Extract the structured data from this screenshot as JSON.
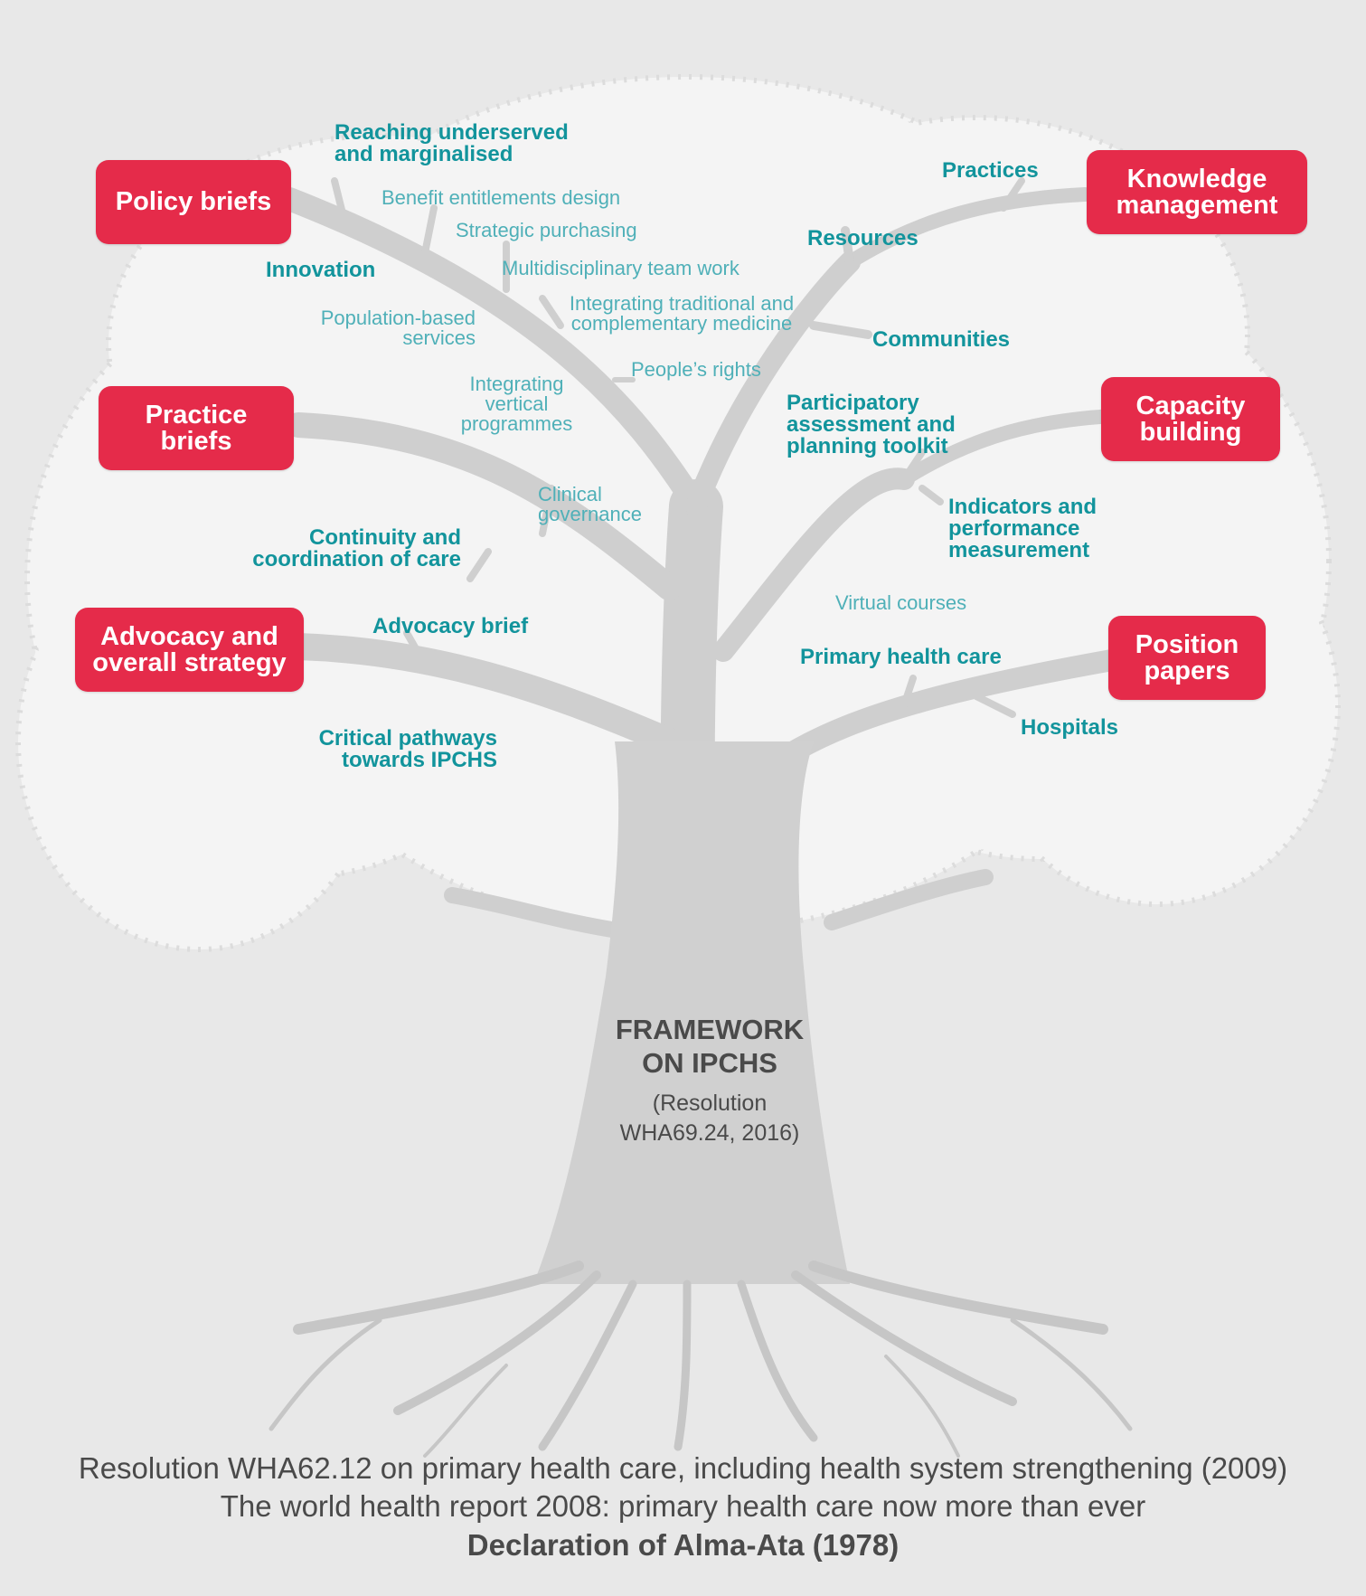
{
  "colors": {
    "accent": "#e52b4a",
    "teal_bold": "#12949c",
    "teal_light": "#4fb0b8",
    "canopy": "#f4f4f4",
    "tree": "#cfcfcf",
    "text": "#4a4a4a"
  },
  "categories": {
    "policy_briefs": "Policy briefs",
    "knowledge_management": "Knowledge\nmanagement",
    "practice_briefs": "Practice\nbriefs",
    "capacity_building": "Capacity\nbuilding",
    "advocacy": "Advocacy and\noverall strategy",
    "position_papers": "Position\npapers"
  },
  "labels": {
    "reaching": "Reaching underserved\nand marginalised",
    "benefit": "Benefit entitlements design",
    "strategic": "Strategic purchasing",
    "innovation": "Innovation",
    "multidisciplinary": "Multidisciplinary team work",
    "population": "Population-based\nservices",
    "integrating_traditional": "Integrating traditional and\ncomplementary medicine",
    "peoples_rights": "People’s rights",
    "integrating_vertical": "Integrating\nvertical\nprogrammes",
    "practices": "Practices",
    "resources": "Resources",
    "communities": "Communities",
    "participatory": "Participatory\nassessment and\nplanning toolkit",
    "clinical": "Clinical\ngovernance",
    "continuity": "Continuity and\ncoordination of care",
    "indicators": "Indicators and\nperformance\nmeasurement",
    "virtual": "Virtual courses",
    "advocacy_brief": "Advocacy brief",
    "primary": "Primary health care",
    "hospitals": "Hospitals",
    "critical": "Critical pathways\ntowards IPCHS"
  },
  "trunk": {
    "title": "FRAMEWORK\nON IPCHS",
    "subtitle": "(Resolution\nWHA69.24, 2016)"
  },
  "roots": {
    "line1": "Resolution WHA62.12 on primary health care, including health system strengthening (2009)",
    "line2": "The world health report 2008: primary health care now more than ever",
    "line3": "Declaration of Alma-Ata (1978)"
  }
}
